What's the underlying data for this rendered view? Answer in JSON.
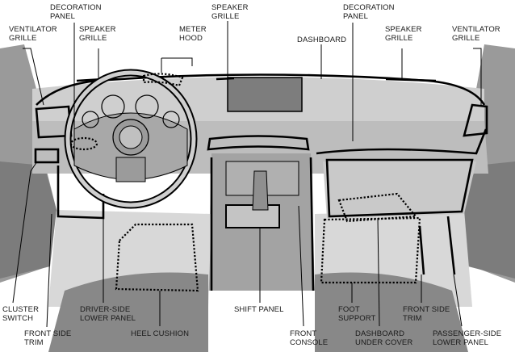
{
  "labels": {
    "ventilator_grille_left": "VENTILATOR\nGRILLE",
    "decoration_panel_left": "DECORATION\nPANEL",
    "speaker_grille_left": "SPEAKER\nGRILLE",
    "meter_hood": "METER\nHOOD",
    "speaker_grille_top": "SPEAKER\nGRILLE",
    "dashboard": "DASHBOARD",
    "decoration_panel_right": "DECORATION\nPANEL",
    "speaker_grille_right": "SPEAKER\nGRILLE",
    "ventilator_grille_right": "VENTILATOR\nGRILLE",
    "cluster_switch": "CLUSTER\nSWITCH",
    "front_side_trim_left": "FRONT SIDE\nTRIM",
    "driver_side_lower_panel": "DRIVER-SIDE\nLOWER PANEL",
    "heel_cushion": "HEEL CUSHION",
    "shift_panel": "SHIFT PANEL",
    "front_console": "FRONT\nCONSOLE",
    "foot_support": "FOOT\nSUPPORT",
    "dashboard_under_cover": "DASHBOARD\nUNDER COVER",
    "front_side_trim_right": "FRONT SIDE\nTRIM",
    "passenger_side_lower_panel": "PASSENGER-SIDE\nLOWER PANEL"
  }
}
